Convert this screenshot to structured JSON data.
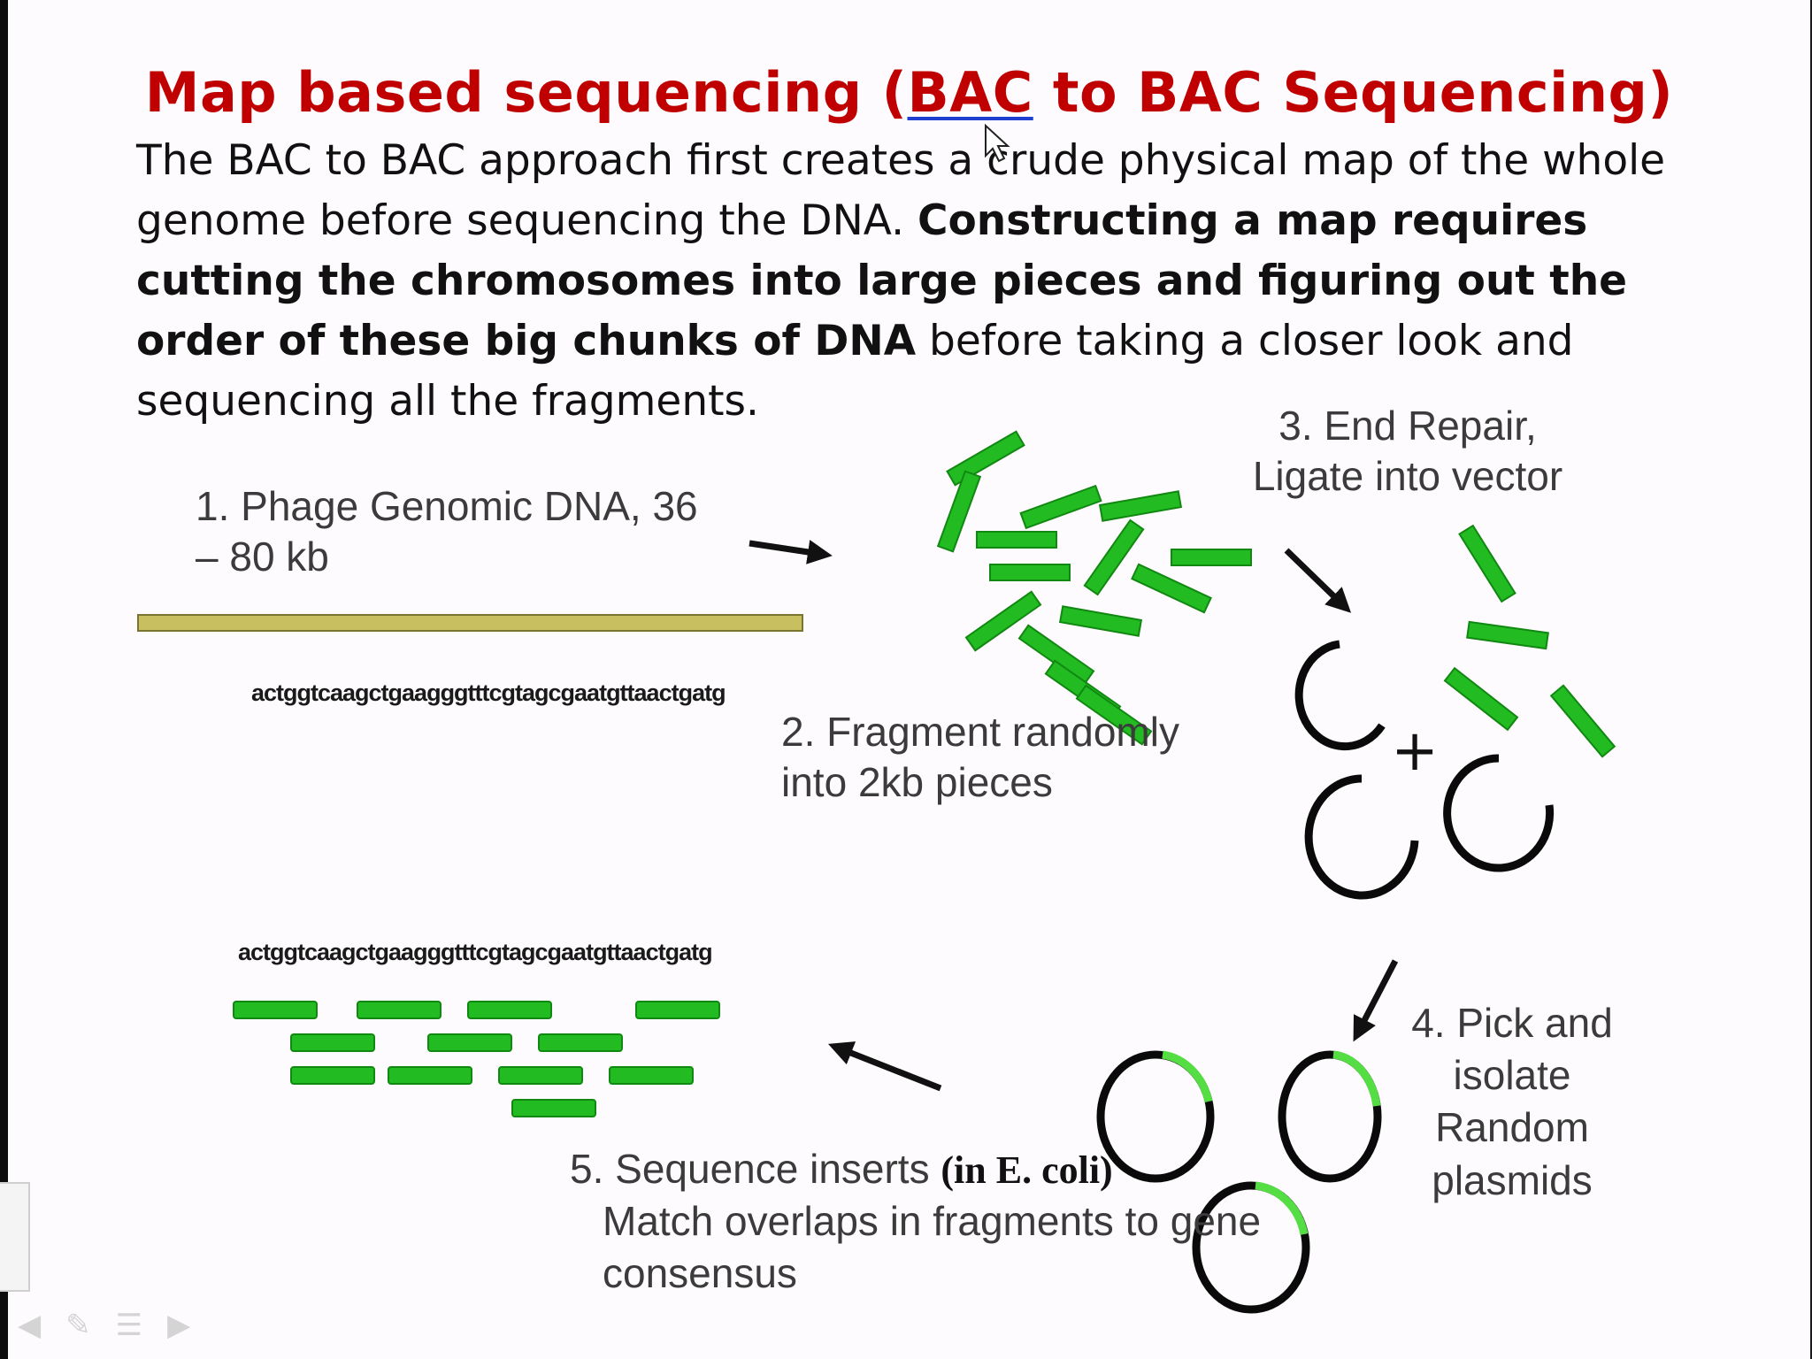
{
  "slide": {
    "title_pre": "Map based sequencing (",
    "title_underlined": "BAC",
    "title_post": " to BAC Sequencing)",
    "paragraph": {
      "normal_1": "The BAC to BAC approach first creates a crude physical map of the whole genome before sequencing the DNA. ",
      "bold_1": "Constructing a map requires cutting the chromosomes into large pieces and figuring out the order of these big chunks of DNA",
      "normal_2": " before taking a closer look and sequencing all the fragments."
    }
  },
  "diagram": {
    "step1_line1": "1. Phage Genomic DNA, 36",
    "step1_line2": "– 80 kb",
    "step2_line1": "2. Fragment randomly",
    "step2_line2": "into 2kb pieces",
    "step3_line1": "3. End Repair,",
    "step3_line2": "Ligate into vector",
    "plus_sign": "+",
    "step4_line1": "4. Pick and",
    "step4_line2": "isolate",
    "step4_line3": "Random",
    "step4_line4": "plasmids",
    "step5_line1_a": "5. Sequence inserts ",
    "step5_line1_b": "(in E. coli)",
    "step5_line2": "Match overlaps in fragments to gene",
    "step5_line3": "consensus",
    "sequence_top": "actggtcaagctgaagggtttcgtagcgaatgttaactgatg",
    "sequence_bottom": "actggtcaagctgaagggtttcgtagcgaatgttaactgatg"
  },
  "colors": {
    "title": "#c00000",
    "fragment_green": "#22bb22",
    "genomic_dna_bar": "#c8c060",
    "underline": "#1f3fd0"
  },
  "icons": [
    "mouse-cursor-icon",
    "pen-tool-icon",
    "prev-slide-icon",
    "next-slide-icon",
    "menu-icon"
  ]
}
